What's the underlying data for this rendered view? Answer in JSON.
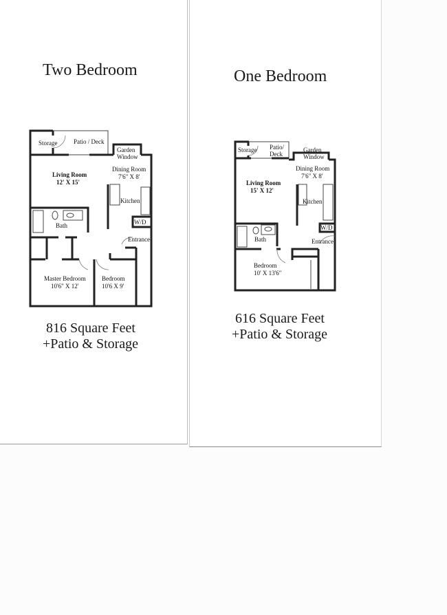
{
  "two_bedroom": {
    "title": "Two Bedroom",
    "rooms": {
      "storage": "Storage",
      "patio": "Patio / Deck",
      "garden_window_1": "Garden",
      "garden_window_2": "Window",
      "living_room": "Living Room",
      "living_room_size": "12' X 15'",
      "dining_room": "Dining Room",
      "dining_room_size": "7'6\" X 8'",
      "kitchen": "Kitchen",
      "wd": "W/D",
      "bath": "Bath",
      "entrance": "Entrance",
      "master_bedroom": "Master Bedroom",
      "master_bedroom_size": "10'6\" X 12'",
      "bedroom": "Bedroom",
      "bedroom_size": "10'6 X 9'"
    },
    "area": "816 Square Feet",
    "extras": "+Patio & Storage"
  },
  "one_bedroom": {
    "title": "One Bedroom",
    "rooms": {
      "storage": "Storage",
      "patio_1": "Patio/",
      "patio_2": "Deck",
      "garden_window_1": "Garden",
      "garden_window_2": "Window",
      "living_room": "Living Room",
      "living_room_size": "15' X 12'",
      "dining_room": "Dining Room",
      "dining_room_size": "7'6\" X 8'",
      "kitchen": "Kitchen",
      "wd": "W/D",
      "bath": "Bath",
      "entrance": "Entrance",
      "bedroom": "Bedroom",
      "bedroom_size": "10' X 13'6\""
    },
    "area": "616 Square Feet",
    "extras": "+Patio & Storage"
  }
}
